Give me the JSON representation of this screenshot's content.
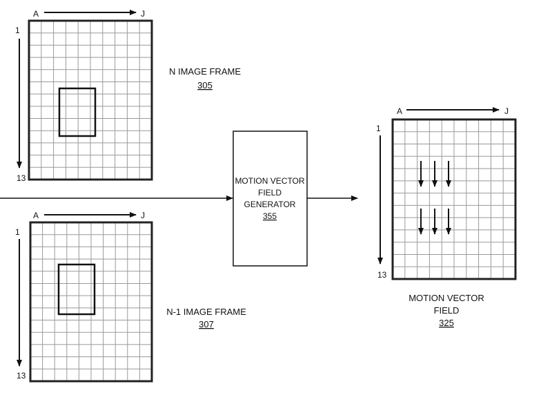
{
  "frames": {
    "n_frame": {
      "title": "N IMAGE FRAME",
      "ref": "305",
      "col_start": "A",
      "col_end": "J",
      "row_start": "1",
      "row_end": "13"
    },
    "n1_frame": {
      "title": "N-1 IMAGE FRAME",
      "ref": "307",
      "col_start": "A",
      "col_end": "J",
      "row_start": "1",
      "row_end": "13"
    },
    "mv_field": {
      "title_line1": "MOTION VECTOR",
      "title_line2": "FIELD",
      "ref": "325",
      "col_start": "A",
      "col_end": "J",
      "row_start": "1",
      "row_end": "13"
    }
  },
  "generator": {
    "line1": "MOTION VECTOR",
    "line2": "FIELD",
    "line3": "GENERATOR",
    "ref": "355"
  },
  "grid": {
    "columns": 10,
    "rows": 13
  }
}
